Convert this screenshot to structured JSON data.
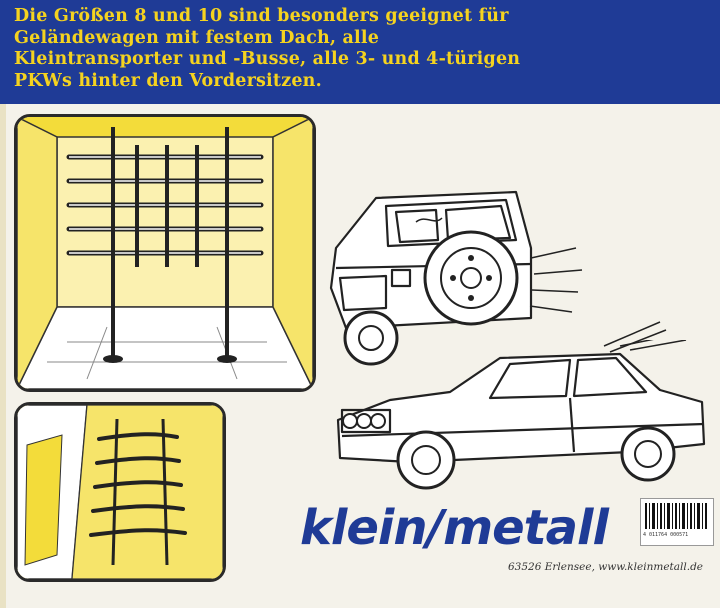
{
  "banner": {
    "lines": [
      "Die Größen 8 und 10 sind besonders geeignet für",
      "Geländewagen mit festem Dach, alle",
      "Kleintransporter und -Busse, alle 3- und 4-türigen",
      "PKWs hinter den Vordersitzen."
    ]
  },
  "brand": {
    "logo_text": "klein/metall",
    "address": "63526 Erlensee, www.kleinmetall.de",
    "barcode_digits": "4 011764 000571"
  },
  "illustrations": [
    "van-cargo-grille-illustration",
    "car-interior-grille-illustration",
    "offroad-vehicle-sketch",
    "sedan-sketch"
  ],
  "colors": {
    "banner_background": "#1f3b96",
    "banner_text": "#f5d31f",
    "logo": "#1f3b96",
    "highlight_yellow": "#f3dc3a"
  }
}
